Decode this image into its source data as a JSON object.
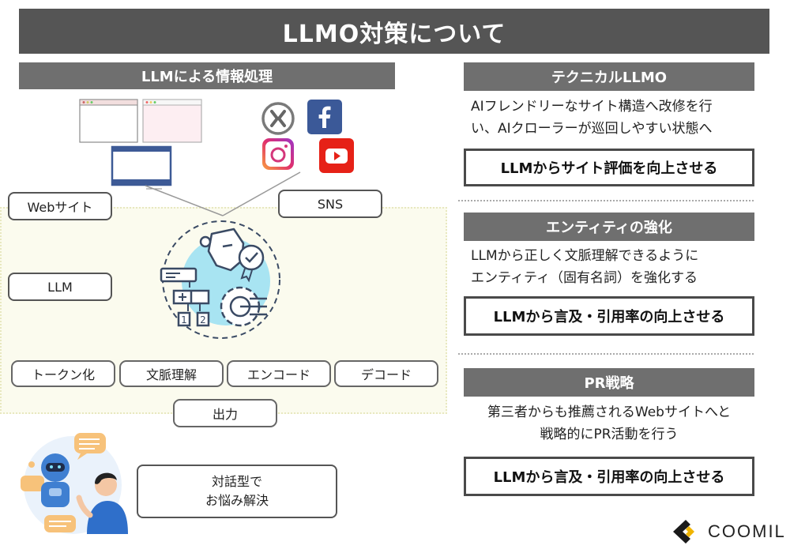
{
  "title": "LLMO対策について",
  "left": {
    "header": "LLMによる情報処理",
    "website_label": "Webサイト",
    "sns_label": "SNS",
    "llm_label": "LLM",
    "steps": [
      "トークン化",
      "文脈理解",
      "エンコード",
      "デコード"
    ],
    "output_label": "出力",
    "chat_label_1": "対話型で",
    "chat_label_2": "お悩み解決"
  },
  "right": [
    {
      "header": "テクニカルLLMO",
      "desc_1": "AIフレンドリーなサイト構造へ改修を行",
      "desc_2": "い、AIクローラーが巡回しやすい状態へ",
      "result": "LLMからサイト評価を向上させる"
    },
    {
      "header": "エンティティの強化",
      "desc_1": "LLMから正しく文脈理解できるように",
      "desc_2": "エンティティ（固有名詞）を強化する",
      "result": "LLMから言及・引用率の向上させる"
    },
    {
      "header": "PR戦略",
      "desc_1": "第三者からも推薦されるWebサイトへと",
      "desc_2": "戦略的にPR活動を行う",
      "result": "LLMから言及・引用率の向上させる"
    }
  ],
  "logo": {
    "text": "COOMIL"
  },
  "icons": [
    "x-icon",
    "facebook-icon",
    "instagram-icon",
    "youtube-icon"
  ],
  "colors": {
    "banner": "#555555",
    "header": "#6f6f6f",
    "accent_yellow": "#f0b400",
    "facebook": "#3b5998",
    "youtube": "#e62117"
  }
}
